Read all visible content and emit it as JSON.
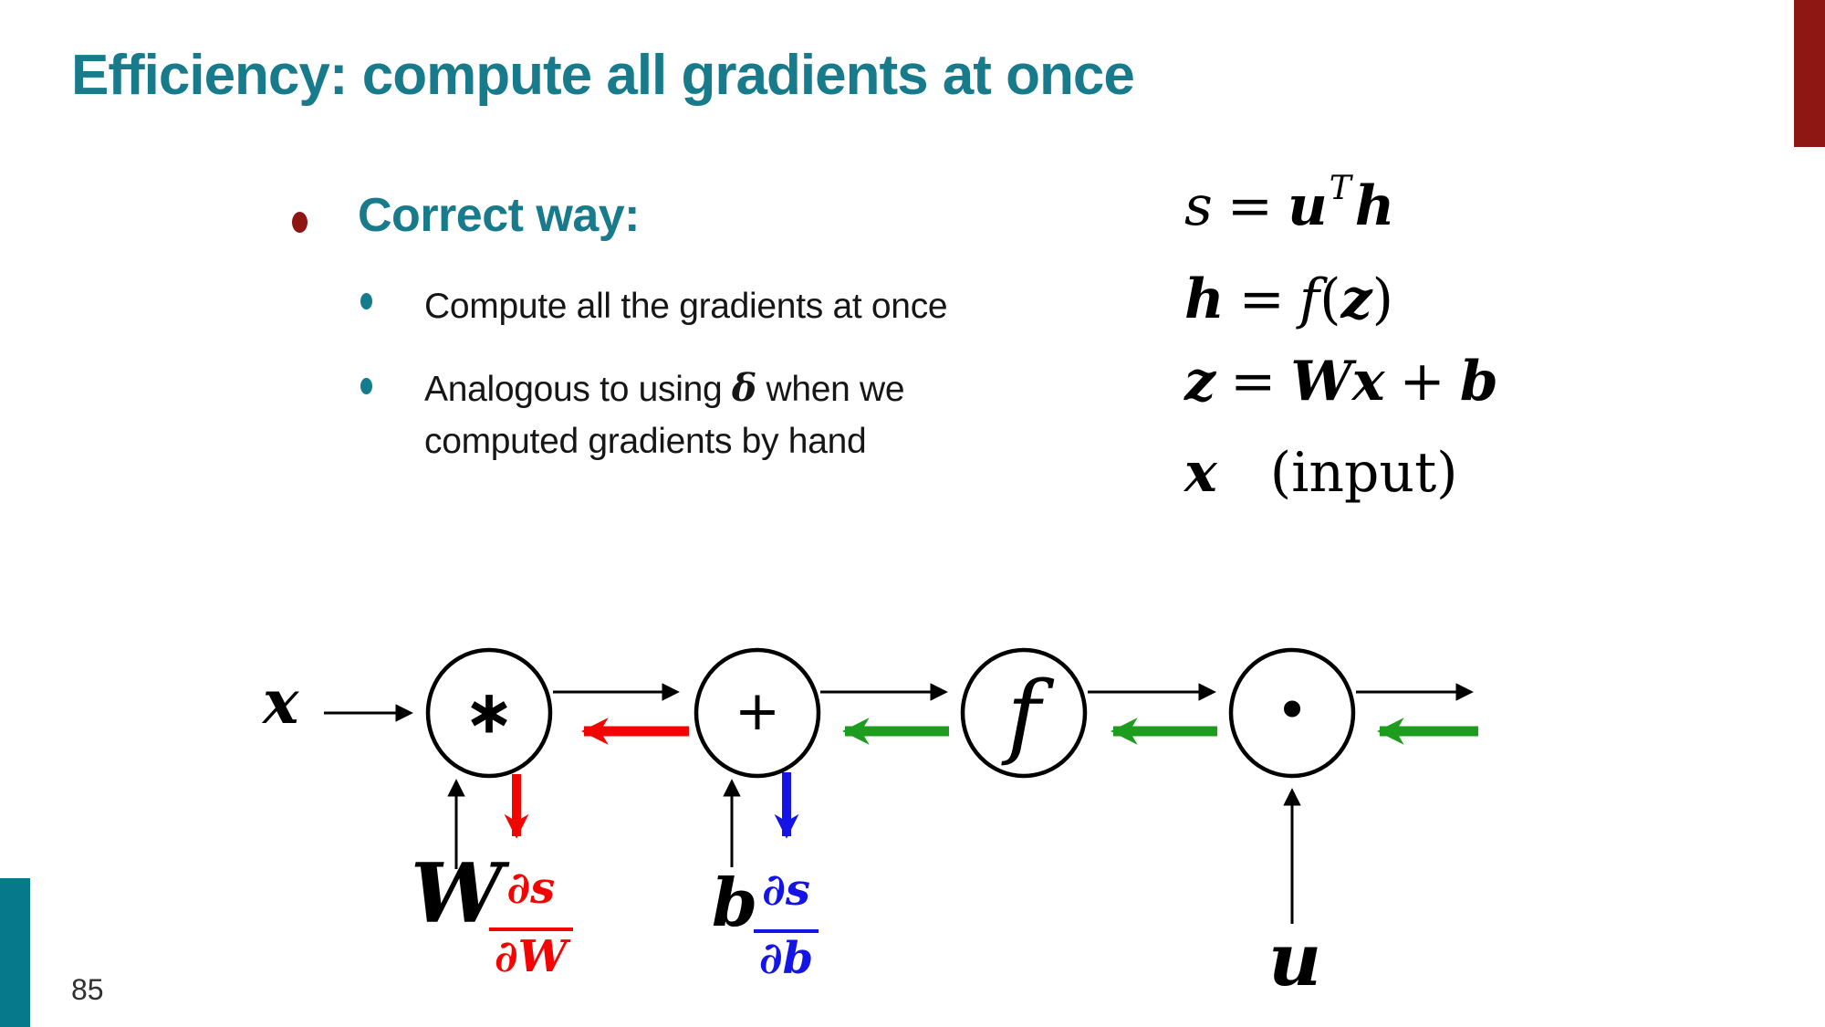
{
  "slide": {
    "title": "Efficiency: compute all gradients at once",
    "page_number": "85"
  },
  "colors": {
    "teal_accent": "#177B8C",
    "teal_bar": "#067A8B",
    "dark_red": "#8E1713",
    "arrow_red": "#F40400",
    "arrow_green": "#1E9C1E",
    "arrow_blue": "#1414E6",
    "text": "#161616"
  },
  "bullets": {
    "level1": "Correct way:",
    "sub1": "Compute all the gradients at once",
    "sub2_before": "Analogous to using ",
    "sub2_delta": "δ",
    "sub2_after": " when we",
    "sub2_line2": "computed gradients by hand"
  },
  "equations": {
    "line1": {
      "s": "s",
      "eq": "=",
      "u": "u",
      "T": "T",
      "h": "h"
    },
    "line2": {
      "h": "h",
      "eq": "=",
      "f": "f",
      "open": "(",
      "z": "z",
      "close": ")"
    },
    "line3": {
      "z": "z",
      "eq": "=",
      "W": "W",
      "x": "x",
      "plus": "+",
      "b": "b"
    },
    "line4": {
      "x": "x",
      "note": "(input)"
    }
  },
  "diagram": {
    "input_label": "x",
    "node_mul": "∗",
    "node_plus": "+",
    "node_f": "f",
    "node_dot": "•",
    "w_label": "W",
    "b_label": "b",
    "u_label": "u",
    "frac_w": {
      "num": "∂s",
      "den": "∂W"
    },
    "frac_b": {
      "num": "∂s",
      "den": "∂b"
    }
  }
}
